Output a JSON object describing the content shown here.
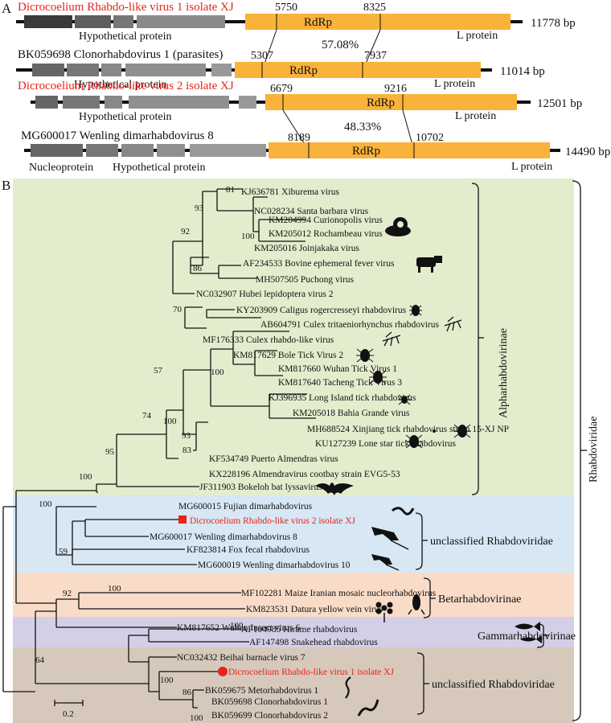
{
  "panelA": {
    "label": "A",
    "genomes": [
      {
        "name": "Dicrocoelium Rhabdo-like virus 1 isolate XJ",
        "highlight": true,
        "length": "11778 bp",
        "protein_label": "Hypothetical protein",
        "rdrp_label": "RdRp",
        "l_label": "L protein",
        "pos_start": "5750",
        "pos_end": "8325"
      },
      {
        "name": "BK059698 Clonorhabdovirus 1 (parasites)",
        "highlight": false,
        "length": "11014 bp",
        "protein_label": "Hypothetical protein",
        "rdrp_label": "RdRp",
        "l_label": "L protein",
        "pos_start": "5307",
        "pos_end": "7937"
      },
      {
        "name": "Dicrocoelium Rhabdo-like virus 2 isolate XJ",
        "highlight": true,
        "length": "12501 bp",
        "protein_label": "Hypothetical protein",
        "rdrp_label": "RdRp",
        "l_label": "L protein",
        "pos_start": "6679",
        "pos_end": "9216"
      },
      {
        "name": "MG600017 Wenling dimarhabdovirus 8",
        "highlight": false,
        "length": "14490 bp",
        "protein_label": "Hypothetical protein",
        "nucleo_label": "Nucleoprotein",
        "rdrp_label": "RdRp",
        "l_label": "L protein",
        "pos_start": "8189",
        "pos_end": "10702"
      }
    ],
    "identity_1": "57.08%",
    "identity_2": "48.33%"
  },
  "panelB": {
    "label": "B",
    "family": "Rhabdoviridae",
    "scale_label": "0.2",
    "groups": [
      {
        "name": "Alpharhabdovirinae",
        "color": "#e3eccd"
      },
      {
        "name": "unclassified Rhabdoviridae",
        "color": "#d7e7f3"
      },
      {
        "name": "Betarhabdovirinae",
        "color": "#f9dcc8"
      },
      {
        "name": "Gammarhabdovirinae",
        "color": "#d4cfe6"
      },
      {
        "name": "unclassified Rhabdoviridae",
        "color": "#d6c9bc"
      }
    ],
    "taxa": [
      "KJ636781 Xiburema virus",
      "NC028234 Santa barbara virus",
      "KM204994 Curionopolis virus",
      "KM205012 Rochambeau virus",
      "KM205016 Joinjakaka virus",
      "AF234533 Bovine ephemeral fever virus",
      "MH507505 Puchong virus",
      "NC032907 Hubei lepidoptera virus 2",
      "KY203909 Caligus rogercresseyi rhabdovirus",
      "AB604791 Culex tritaeniorhynchus rhabdovirus",
      "MF176333 Culex rhabdo-like virus",
      "KM817629 Bole Tick Virus 2",
      "KM817660 Wuhan Tick Virus 1",
      "KM817640 Tacheng Tick Virus 3",
      "KJ396935 Long Island tick rhabdovirus",
      "KM205018 Bahia Grande virus",
      "MH688524 Xinjiang tick rhabdovirus strain 15-XJ NP",
      "KU127239 Lone star tick rhabdovirus",
      "KF534749 Puerto Almendras virus",
      "KX228196 Almendravirus cootbay strain EVG5-53",
      "JF311903 Bokeloh bat lyssavirus",
      "MG600015 Fujian dimarhabdovirus",
      "Dicrocoelium Rhabdo-like virus 2 isolate XJ",
      "MG600017 Wenling dimarhabdovirus 8",
      "KF823814 Fox fecal rhabdovirus",
      "MG600019 Wenling dimarhabdovirus 10",
      "MF102281 Maize Iranian mosaic nucleorhabdovirus",
      "KM823531 Datura yellow vein virus",
      "KM817652 Wuhan Insect virus 6",
      "AF104985 Hirame rhabdovirus",
      "AF147498 Snakehead rhabdovirus",
      "NC032432 Beihai barnacle virus 7",
      "Dicrocoelium Rhabdo-like virus 1 isolate XJ",
      "BK059675 Metorhabdovirus 1",
      "BK059698 Clonorhabdovirus 1",
      "BK059699 Clonorhabdovirus 2"
    ],
    "bootstrap": [
      "81",
      "93",
      "100",
      "92",
      "86",
      "70",
      "57",
      "100",
      "74",
      "100",
      "93",
      "83",
      "95",
      "100",
      "100",
      "59",
      "100",
      "92",
      "100",
      "64",
      "100",
      "86",
      "100"
    ],
    "icons": [
      "snail-icon",
      "cow-icon",
      "beetle-icon",
      "mosquito-icon",
      "mosquito-icon",
      "tick-icon",
      "tick-icon",
      "tick-icon",
      "tick-icon",
      "tick-icon",
      "tick-icon",
      "bat-icon",
      "worm-icon",
      "ray-fish-icon",
      "ray-fish-icon",
      "flower-icon",
      "corn-icon",
      "fish-icon",
      "fish-icon",
      "worm-icon",
      "worm-icon"
    ]
  }
}
